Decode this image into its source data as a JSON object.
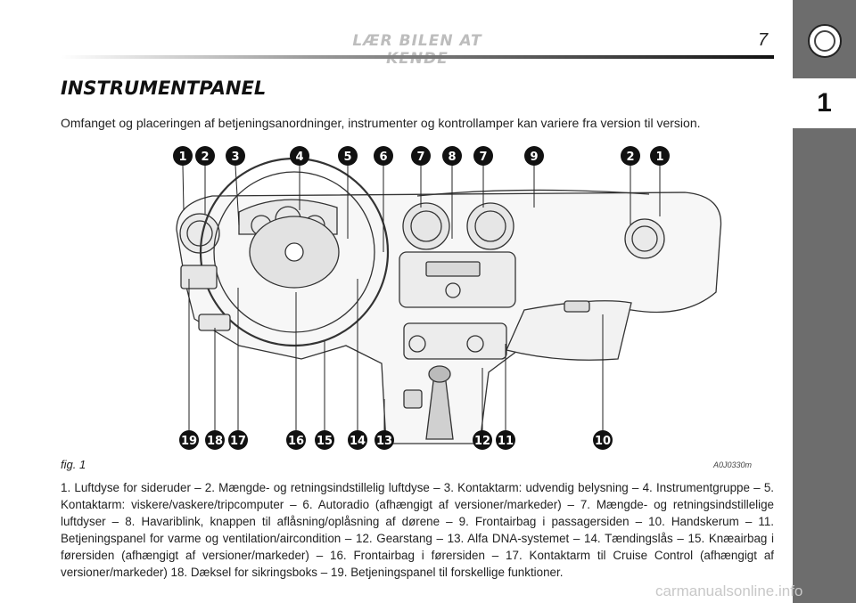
{
  "header": {
    "title": "LÆR BILEN AT KENDE",
    "page_number": "7"
  },
  "sidebar": {
    "chapter": "1",
    "logo_icon": "alfa-romeo-logo-icon"
  },
  "section": {
    "heading": "INSTRUMENTPANEL",
    "intro": "Omfanget og placeringen af betjeningsanordninger, instrumenter og kontrollamper kan variere fra version til version."
  },
  "figure": {
    "label": "fig. 1",
    "code": "A0J0330m",
    "top_callouts": [
      "1",
      "2",
      "3",
      "4",
      "5",
      "6",
      "7",
      "8",
      "7",
      "9",
      "2",
      "1"
    ],
    "bottom_callouts": [
      "19",
      "18",
      "17",
      "16",
      "15",
      "14",
      "13",
      "12",
      "11",
      "10"
    ]
  },
  "caption": "1. Luftdyse for sideruder – 2. Mængde- og retningsindstillelig luftdyse – 3. Kontaktarm: udvendig belysning – 4. Instrumentgruppe – 5. Kontaktarm: viskere/vaskere/tripcomputer – 6. Autoradio (afhængigt af versioner/markeder) – 7. Mængde- og retningsindstillelige luftdyser – 8. Havariblink, knappen til aflåsning/oplåsning af dørene – 9. Frontairbag i passagersiden – 10. Handskerum – 11. Betjeningspanel for varme og ventilation/aircondition – 12. Gearstang – 13. Alfa DNA-systemet – 14. Tændingslås – 15. Knæairbag i førersiden (afhængigt af versioner/markeder) – 16. Frontairbag i førersiden – 17. Kontaktarm til Cruise Control (afhængigt af versioner/markeder) 18. Dæksel for sikringsboks – 19. Betjeningspanel til forskellige funktioner.",
  "watermark": "carmanualsonline.info"
}
